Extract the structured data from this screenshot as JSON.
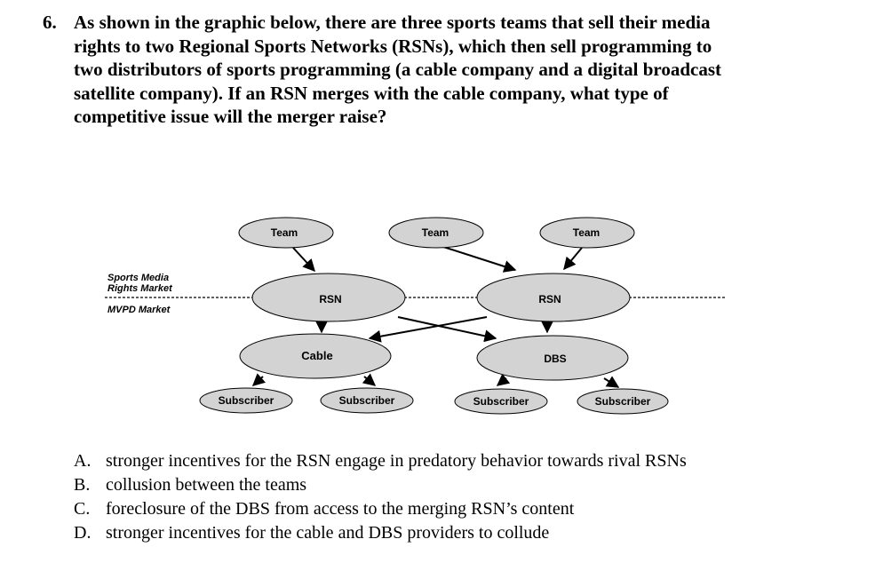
{
  "question": {
    "number": "6.",
    "lines": [
      "As shown in the graphic below, there are three sports teams that sell their media",
      "rights to two Regional Sports Networks (RSNs), which then sell programming to",
      "two distributors of sports programming (a cable company and a digital broadcast",
      "satellite company). If an RSN merges with the cable company, what type of",
      "competitive issue will the merger raise?"
    ]
  },
  "diagram": {
    "market_upper_lines": [
      "Sports Media",
      "Rights Market"
    ],
    "market_lower": "MVPD Market",
    "team_label": "Team",
    "rsn_label": "RSN",
    "cable_label": "Cable",
    "dbs_label": "DBS",
    "subscriber_label": "Subscriber",
    "node_fill": "#d3d3d3"
  },
  "answers": [
    {
      "letter": "A.",
      "text": "stronger incentives for the RSN engage in predatory behavior towards rival RSNs"
    },
    {
      "letter": "B.",
      "text": "collusion between the teams"
    },
    {
      "letter": "C.",
      "text": "foreclosure of the DBS from access to the merging RSN’s content"
    },
    {
      "letter": "D.",
      "text": "stronger incentives for the cable and DBS providers to collude"
    }
  ]
}
